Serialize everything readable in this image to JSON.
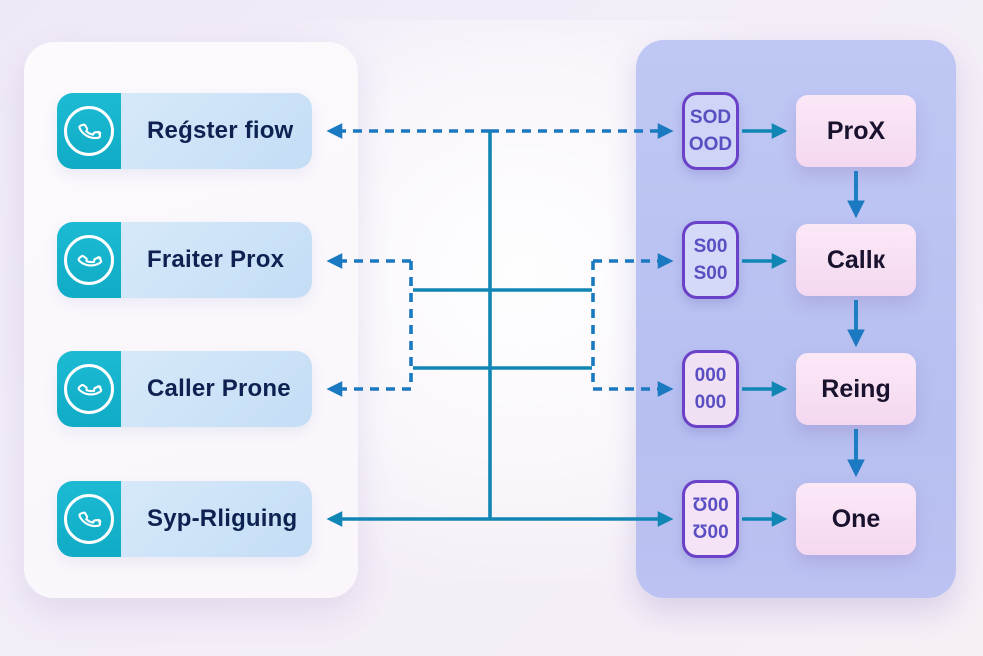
{
  "left_panel": {
    "items": [
      {
        "label": "Reǵster fiow"
      },
      {
        "label": "Fraiter Prox"
      },
      {
        "label": "Caller Prone"
      },
      {
        "label": "Syp-Rliguing"
      }
    ]
  },
  "right_panel": {
    "badges": [
      {
        "line1": "SOD",
        "line2": "OOD"
      },
      {
        "line1": "S00",
        "line2": "S00"
      },
      {
        "line1": "000",
        "line2": "000"
      },
      {
        "line1": "Ʊ00",
        "line2": "Ʊ00"
      }
    ],
    "nodes": [
      {
        "label": "ProX"
      },
      {
        "label": "Callк"
      },
      {
        "label": "Reing"
      },
      {
        "label": "One"
      }
    ]
  },
  "icons": {
    "left_item_icon": "phone-icon"
  },
  "colors": {
    "accent_teal": "#14b2cc",
    "item_label_bg": "#cbe2f7",
    "line_blue": "#1a79c0",
    "line_teal": "#1186b4",
    "badge_border": "#6a41c7",
    "badge_text": "#5a4fc2",
    "node_pink": "#f6daf0",
    "panel_right_bg": "#bac3f1",
    "panel_left_bg": "#fbf8fd",
    "text_dark": "#0e2150"
  }
}
